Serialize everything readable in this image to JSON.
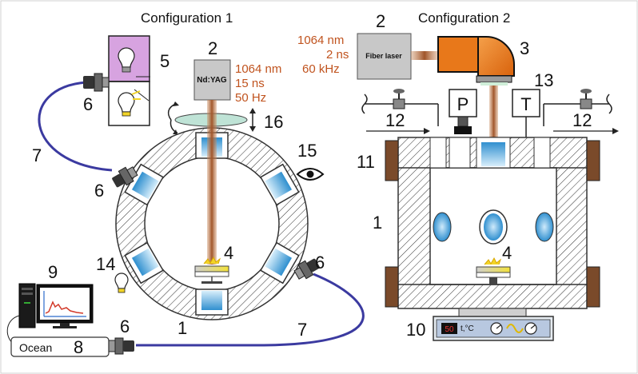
{
  "titles": {
    "config1": "Configuration 1",
    "config2": "Configuration 2"
  },
  "config1": {
    "laser_name": "Nd:YAG",
    "laser_params": [
      "1064 nm",
      "15 ns",
      "50 Hz"
    ],
    "labels": {
      "n2": "2",
      "n4": "4",
      "n5": "5",
      "n6a": "6",
      "n6b": "6",
      "n6c": "6",
      "n6d": "6",
      "n7a": "7",
      "n7b": "7",
      "n8": "8",
      "n9": "9",
      "n1": "1",
      "n14": "14",
      "n15": "15",
      "n16": "16"
    },
    "spectrometer": "Ocean"
  },
  "config2": {
    "laser_name": "Fiber laser",
    "laser_params": [
      "1064 nm",
      "2 ns",
      "60 kHz"
    ],
    "labels": {
      "n2": "2",
      "n3": "3",
      "n13": "13",
      "n12a": "12",
      "n12b": "12",
      "n11": "11",
      "n1": "1",
      "n4": "4",
      "n10": "10"
    },
    "gauge_p": "P",
    "gauge_t": "T",
    "heater_display": "50",
    "heater_unit": "t,°C"
  },
  "colors": {
    "beam": "#b86a3a",
    "laser_orange": "#e8781a",
    "window_blue": "#4aa3d8",
    "fiber": "#3b3aa0",
    "lamp_box": "#d7a3e0",
    "plot_red": "#d23a2a",
    "sample_yellow": "#f2d428",
    "label_red": "#c0531e"
  },
  "icons": [
    "bulb-icon",
    "eye-icon",
    "rotate-arrows-icon",
    "up-down-arrow-icon",
    "computer-icon",
    "hotplate-icon",
    "valve-icon"
  ]
}
